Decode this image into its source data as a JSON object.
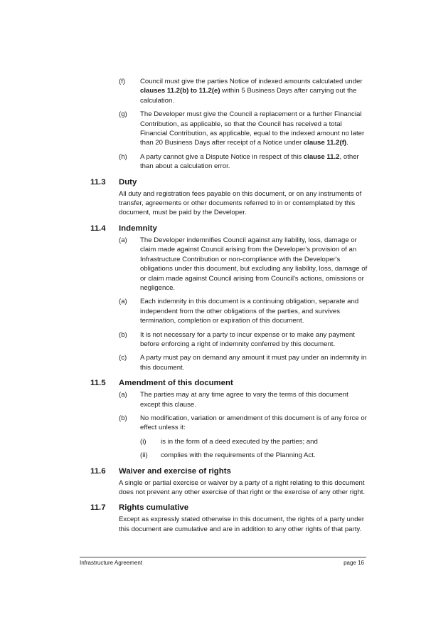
{
  "clause_11_2": {
    "f": {
      "label": "(f)",
      "t1": "Council must give the parties Notice of indexed amounts calculated under ",
      "b1": "clauses 11.2(b) to 11.2(e)",
      "t2": " within 5 Business Days after carrying out the calculation."
    },
    "g": {
      "label": "(g)",
      "t1": "The Developer must give the Council a replacement or a further Financial Contribution, as applicable, so that the Council has received a total Financial Contribution, as applicable, equal to the indexed amount no later than 20 Business Days after receipt of a Notice under ",
      "b1": "clause 11.2(f)",
      "t2": "."
    },
    "h": {
      "label": "(h)",
      "t1": "A party cannot give a Dispute Notice in respect of this ",
      "b1": "clause 11.2",
      "t2": ", other than about a calculation error."
    }
  },
  "clause_11_3": {
    "num": "11.3",
    "title": "Duty",
    "text": "All duty and registration fees payable on this document, or on any instruments of transfer, agreements or other documents referred to in or contemplated by this document, must be paid by the Developer."
  },
  "clause_11_4": {
    "num": "11.4",
    "title": "Indemnity",
    "items": [
      {
        "label": "(a)",
        "text": "The Developer indemnifies Council against any liability, loss, damage or claim made against Council arising from the Developer's provision of an Infrastructure Contribution or non-compliance with the Developer's obligations under this document, but excluding any liability, loss, damage of or claim made against Council arising from Council's actions, omissions or negligence."
      },
      {
        "label": "(a)",
        "text": "Each indemnity in this document is a continuing obligation, separate and independent from the other obligations of the parties, and survives termination, completion or expiration of this document."
      },
      {
        "label": "(b)",
        "text": "It is not necessary for a party to incur expense or to make any payment before enforcing a right of indemnity conferred by this document."
      },
      {
        "label": "(c)",
        "text": "A party must pay on demand any amount it must pay under an indemnity in this document."
      }
    ]
  },
  "clause_11_5": {
    "num": "11.5",
    "title": "Amendment of this document",
    "items": [
      {
        "label": "(a)",
        "text": "The parties may at any time agree to vary the terms of this document except this clause."
      },
      {
        "label": "(b)",
        "text": "No modification, variation or amendment of this document is of any force or effect unless it:"
      }
    ],
    "subitems": [
      {
        "label": "(i)",
        "text": "is in the form of a deed executed by the parties; and"
      },
      {
        "label": "(ii)",
        "text": "complies with the requirements of the Planning Act."
      }
    ]
  },
  "clause_11_6": {
    "num": "11.6",
    "title": "Waiver and exercise of rights",
    "text": "A single or partial exercise or waiver by a party of a right relating to this document does not prevent any other exercise of that right or the exercise of any other right."
  },
  "clause_11_7": {
    "num": "11.7",
    "title": "Rights cumulative",
    "text": "Except as expressly stated otherwise in this document, the rights of a party under this document are cumulative and are in addition to any other rights of that party."
  },
  "footer": {
    "left": "Infrastructure Agreement",
    "right": "page 16"
  }
}
